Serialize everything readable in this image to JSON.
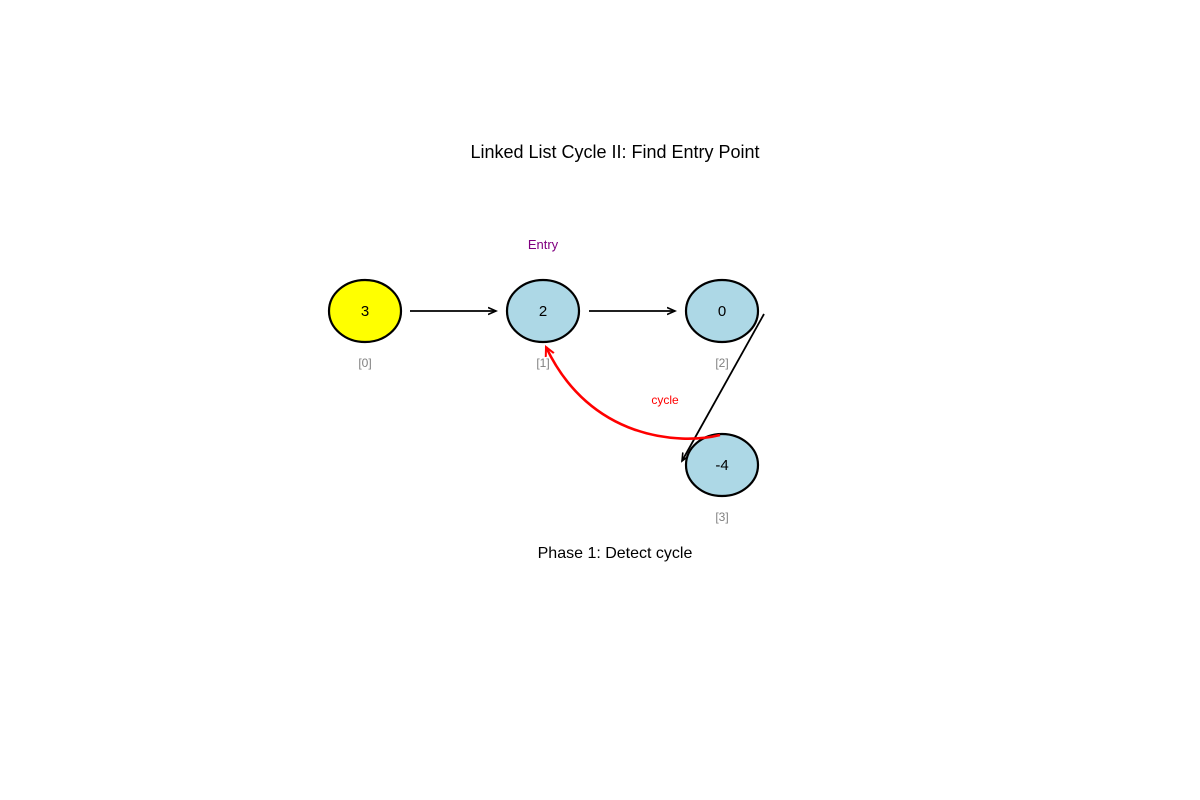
{
  "title": "Linked List Cycle II: Find Entry Point",
  "phase_label": "Phase 1: Detect cycle",
  "entry_label": "Entry",
  "cycle_label": "cycle",
  "colors": {
    "head_fill": "#ffff00",
    "node_fill": "#add8e6",
    "stroke": "#000000",
    "cycle_edge": "#ff0000",
    "entry_text": "#800080",
    "index_text": "#808080"
  },
  "nodes": [
    {
      "value": "3",
      "index": "[0]",
      "highlight": true
    },
    {
      "value": "2",
      "index": "[1]",
      "highlight": false,
      "is_entry": true
    },
    {
      "value": "0",
      "index": "[2]",
      "highlight": false
    },
    {
      "value": "-4",
      "index": "[3]",
      "highlight": false
    }
  ],
  "edges": [
    {
      "from": 0,
      "to": 1,
      "type": "next"
    },
    {
      "from": 1,
      "to": 2,
      "type": "next"
    },
    {
      "from": 2,
      "to": 3,
      "type": "next"
    },
    {
      "from": 3,
      "to": 1,
      "type": "cycle"
    }
  ]
}
